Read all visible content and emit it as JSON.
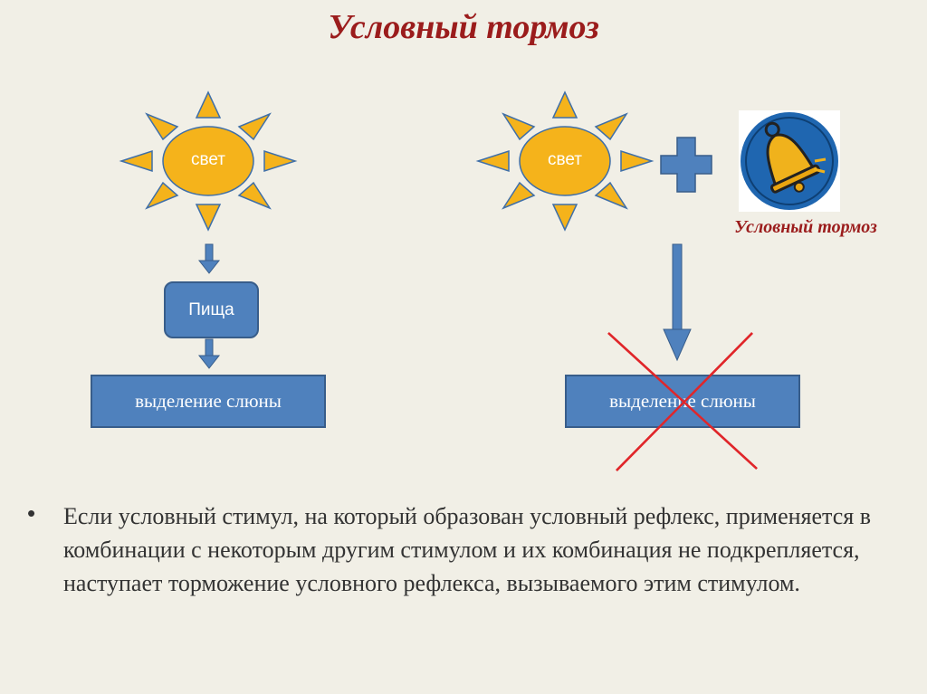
{
  "title": "Условный тормоз",
  "left": {
    "sun_label": "свет",
    "food_label": "Пища",
    "result_label": "выделение слюны"
  },
  "right": {
    "sun_label": "свет",
    "inhibitor_caption": "Условный тормоз",
    "result_label": "выделение слюны"
  },
  "text": {
    "bullet": "•",
    "paragraph": "Если условный стимул, на который образован условный рефлекс, применяется в комбинации с некоторым другим стимулом и их комбинация не подкрепляется, наступает торможение условного рефлекса, вызываемого этим стимулом."
  },
  "colors": {
    "title": "#9b1c1c",
    "sun_fill": "#f5b31b",
    "box_fill": "#4f81bd",
    "cross": "#e0262a",
    "bell_circle": "#1f66b0"
  },
  "icons": [
    "sun-icon",
    "plus-icon",
    "bell-icon",
    "cross-mark-icon",
    "arrow-down-icon"
  ]
}
